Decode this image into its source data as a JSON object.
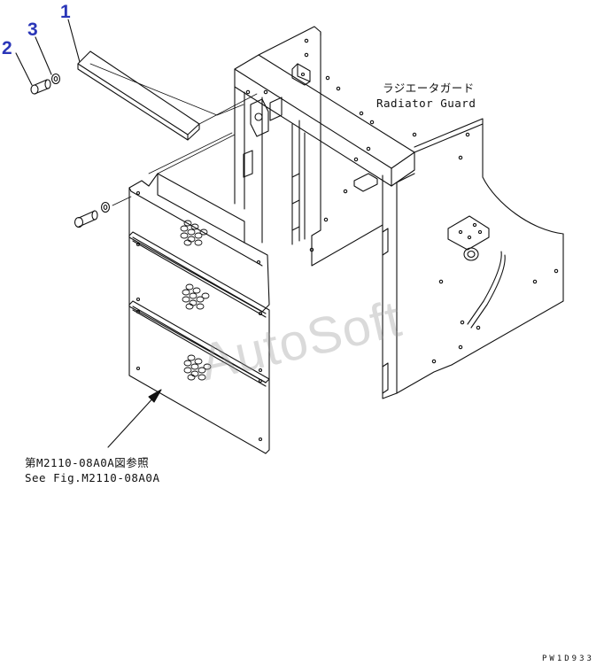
{
  "callouts": {
    "part_1": "1",
    "part_2": "2",
    "part_3": "3"
  },
  "labels": {
    "radiator_guard_jp": "ラジエータガード",
    "radiator_guard_en": "Radiator Guard",
    "reference_jp": "第M2110-08A0A図参照",
    "reference_en": "See Fig.M2110-08A0A"
  },
  "watermark": "AutoSoft",
  "drawing_id": "PW1D933",
  "colors": {
    "callout": "#2a36b8",
    "line": "#111111",
    "watermark": "#969696"
  }
}
